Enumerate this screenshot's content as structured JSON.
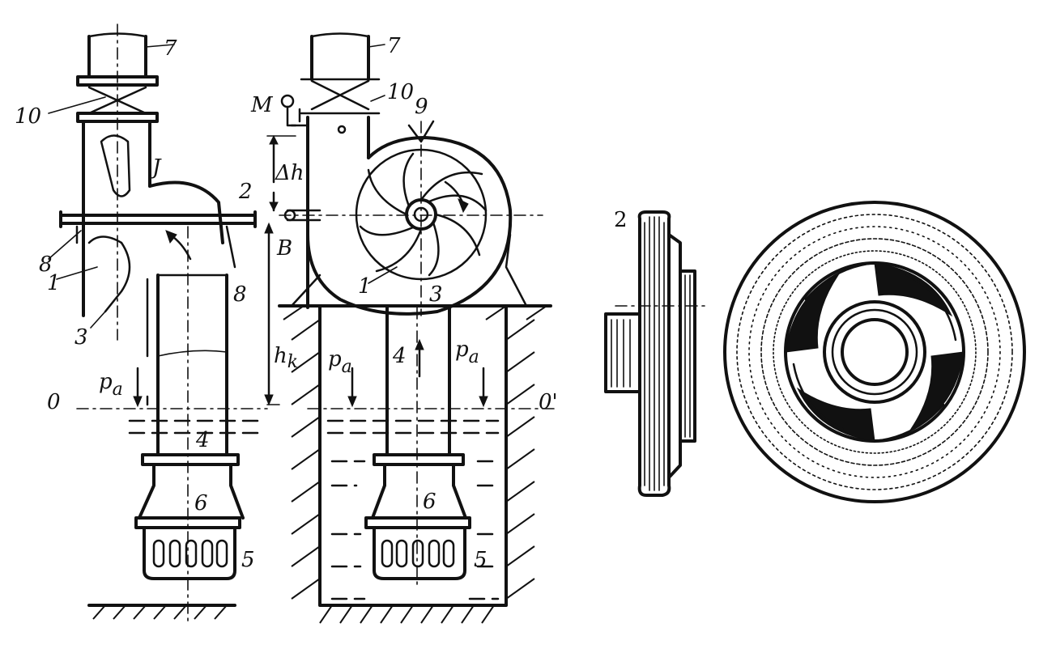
{
  "diagram": {
    "labels": {
      "left_7": "7",
      "left_10": "10",
      "left_J": "J",
      "left_2": "2",
      "left_8a": "8",
      "left_8b": "8",
      "left_1": "1",
      "left_3": "3",
      "left_pa": "p",
      "left_pa_sub": "a",
      "left_0": "0",
      "left_4": "4",
      "left_6": "6",
      "left_5": "5",
      "mid_7": "7",
      "mid_M": "M",
      "mid_10": "10",
      "mid_9": "9",
      "mid_dh": "Δh",
      "mid_B": "B",
      "mid_1": "1",
      "mid_3": "3",
      "mid_hk": "h",
      "mid_hk_sub": "k",
      "mid_pa1": "p",
      "mid_pa1_sub": "a",
      "mid_4": "4",
      "mid_pa2": "p",
      "mid_pa2_sub": "a",
      "mid_0prime": "0'",
      "mid_6": "6",
      "mid_5": "5",
      "right_2": "2"
    }
  }
}
